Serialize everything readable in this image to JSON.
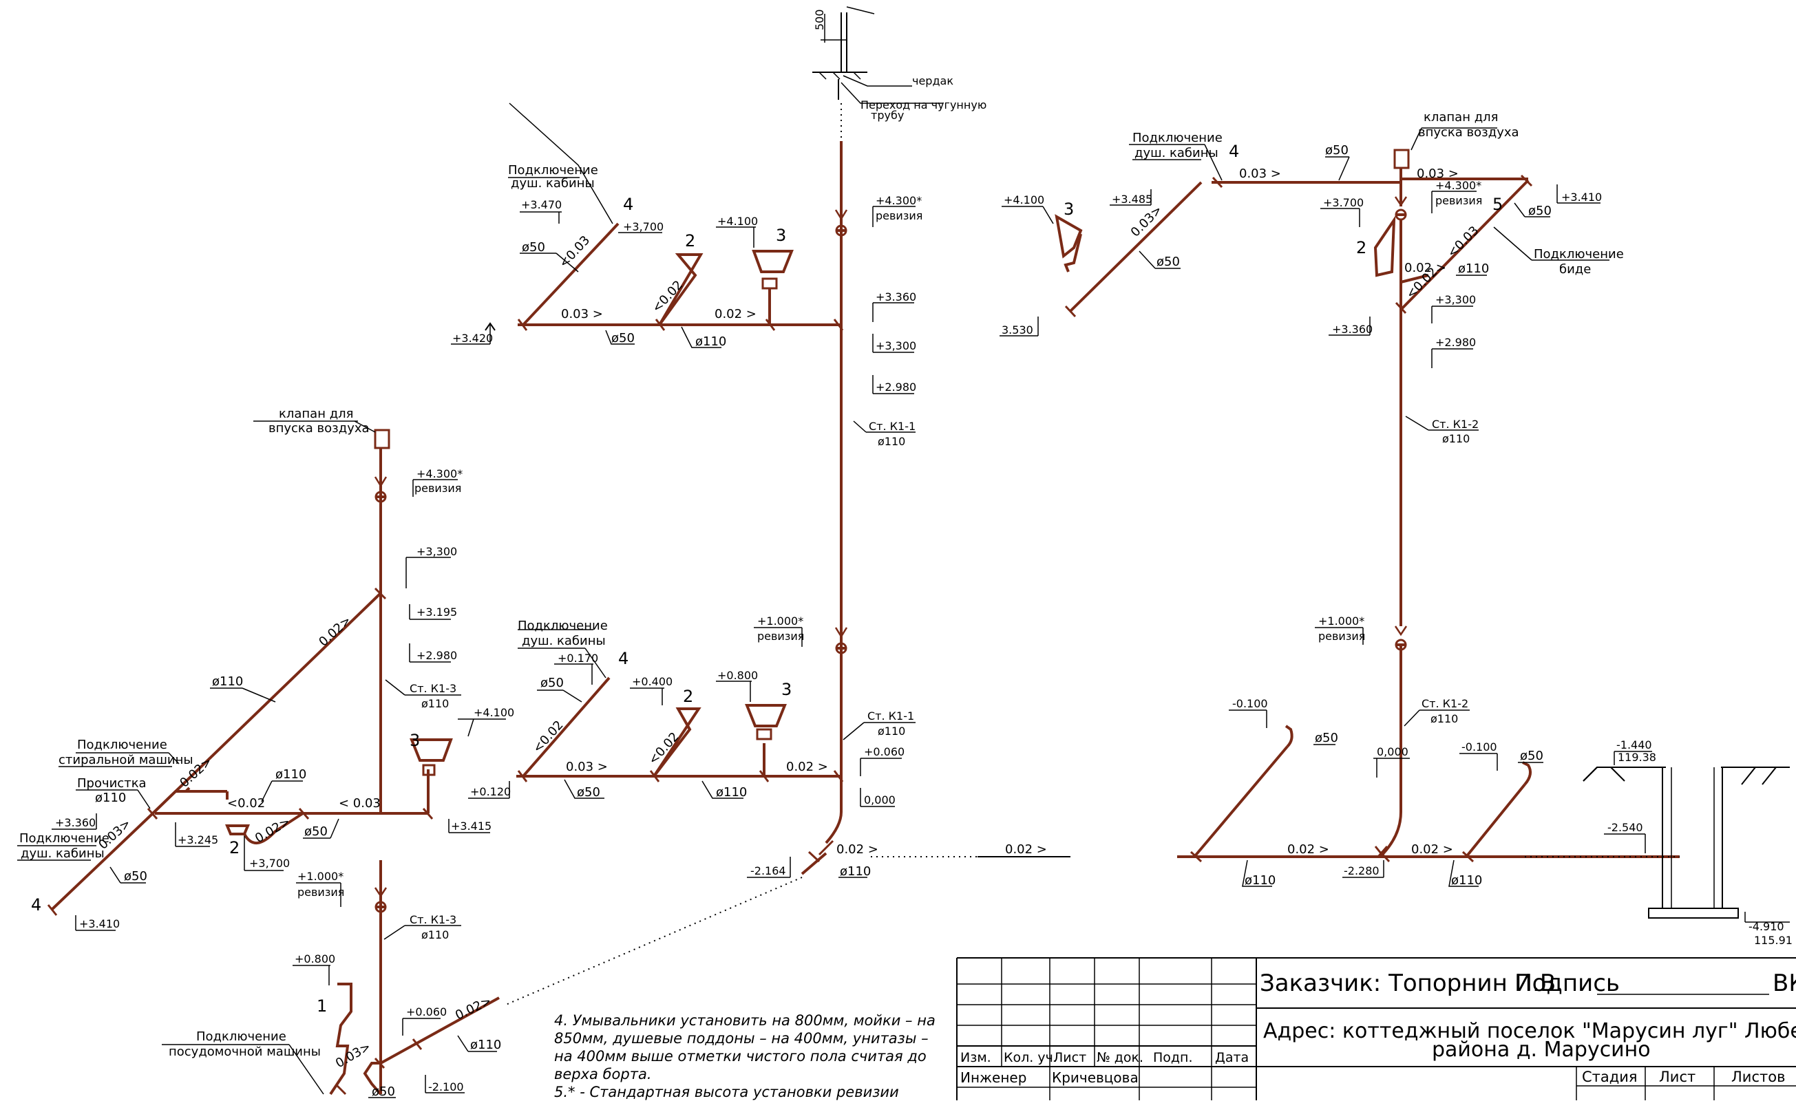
{
  "roof": {
    "label": "чердак",
    "transition": [
      "Переход на чугунную",
      "трубу"
    ],
    "dim": "500"
  },
  "left_top": {
    "connect_shower": [
      "Подключение",
      "душ. кабины"
    ],
    "levels": [
      "+3.470",
      "+3,700",
      "+4.100",
      "+3.420",
      "+3.360",
      "+3,300",
      "+2.980",
      "+4.300*"
    ],
    "revision": "ревизия",
    "slopes": [
      "<0.03",
      "<0.02",
      "0.03 >",
      "0.02 >"
    ],
    "diameters": [
      "ø50",
      "ø50",
      "ø110"
    ],
    "marks": [
      "4",
      "2",
      "3"
    ],
    "riser": [
      "Ст. К1-1",
      "ø110"
    ]
  },
  "left_mid": {
    "valve": [
      "клапан для",
      "впуска воздуха"
    ],
    "levels": [
      "+4.300*",
      "+3,300",
      "+3.195",
      "+2.980",
      "+4.100",
      "+3.415",
      "+3.245",
      "+3,700",
      "+3.360",
      "+3.410"
    ],
    "revision": "ревизия",
    "riser": [
      "Ст. К1-3",
      "ø110"
    ],
    "connect_wash": [
      "Подключение",
      "стиральной машины"
    ],
    "cleanout": [
      "Прочистка",
      "ø110"
    ],
    "connect_shower": [
      "Подключение",
      "душ. кабины"
    ],
    "slopes": [
      "0.02>",
      "0.02>",
      "<0.02",
      "0.02>",
      "< 0.03",
      "0.03>"
    ],
    "diameters": [
      "ø110",
      "ø110",
      "ø50",
      "ø50"
    ],
    "marks": [
      "3",
      "2",
      "4"
    ]
  },
  "center_mid": {
    "connect_shower": [
      "Подключение",
      "душ. кабины"
    ],
    "levels": [
      "+0.170",
      "+0.400",
      "+0.800",
      "+0.120",
      "+1.000*",
      "+0.060",
      "0,000",
      "-2.164"
    ],
    "revision": "ревизия",
    "slopes": [
      "<0.02",
      "<0.02",
      "0.03 >",
      "0.02 >",
      "0.02 >"
    ],
    "diameters": [
      "ø50",
      "ø50",
      "ø110",
      "ø110"
    ],
    "marks": [
      "4",
      "2",
      "3"
    ],
    "riser": [
      "Ст. К1-1",
      "ø110"
    ]
  },
  "left_bottom": {
    "levels": [
      "+1.000*",
      "+0.800",
      "+0.060",
      "-2.100"
    ],
    "revision": "ревизия",
    "riser": [
      "Ст. К1-3",
      "ø110"
    ],
    "connect_dish": [
      "Подключение",
      "посудомочной машины"
    ],
    "slopes": [
      "0.03>",
      "0.02>"
    ],
    "diameters": [
      "ø50",
      "ø110"
    ],
    "marks": [
      "1"
    ]
  },
  "right_top": {
    "connect_shower": [
      "Подключение",
      "душ. кабины"
    ],
    "valve": [
      "клапан для",
      "впуска воздуха"
    ],
    "levels": [
      "+4.100",
      "+3.485",
      "3.530",
      "+3.700",
      "+4.300*",
      "+3.410",
      "+3,300",
      "+3.360",
      "+2.980"
    ],
    "revision": "ревизия",
    "connect_bidet": [
      "Подключение",
      "биде"
    ],
    "slopes": [
      "0.03 >",
      "0.03 >",
      "0.03>",
      "<0.03",
      "0.02 >",
      "<0.02"
    ],
    "diameters": [
      "ø50",
      "ø50",
      "ø50",
      "ø110"
    ],
    "marks": [
      "4",
      "3",
      "2",
      "5"
    ],
    "riser": [
      "Ст. К1-2",
      "ø110"
    ]
  },
  "right_bottom": {
    "levels": [
      "+1.000*",
      "-0.100",
      "0,000",
      "-0.100",
      "-2.280",
      "-1.440",
      "119.38",
      "-2.540",
      "-4.910",
      "115.91"
    ],
    "revision": "ревизия",
    "riser": [
      "Ст. К1-2",
      "ø110"
    ],
    "slopes": [
      "0.02 >",
      "0.02 >",
      "0.02 >"
    ],
    "diameters": [
      "ø50",
      "ø50",
      "ø110",
      "ø110"
    ]
  },
  "notes": [
    "4. Умывальники установить на 800мм, мойки – на 850мм, душевые поддоны – на 400мм, унитазы – на 400мм выше отметки чистого пола считая до верха борта.",
    "5.*  - Стандартная высота установки ревизии"
  ],
  "title_block": {
    "customer": "Заказчик: Топорнин И.В.",
    "sign": "Подпись",
    "code_fragment": "ВК",
    "address_line1": "Адрес: коттеджный поселок \"Марусин луг\" Люберецкого",
    "address_line2": "района д. Марусино",
    "headers": [
      "Изм.",
      "Кол. уч.",
      "Лист",
      "№ док.",
      "Подп.",
      "Дата"
    ],
    "role": "Инженер",
    "name": "Кричевцова",
    "stage_headers": [
      "Стадия",
      "Лист",
      "Листов"
    ]
  }
}
